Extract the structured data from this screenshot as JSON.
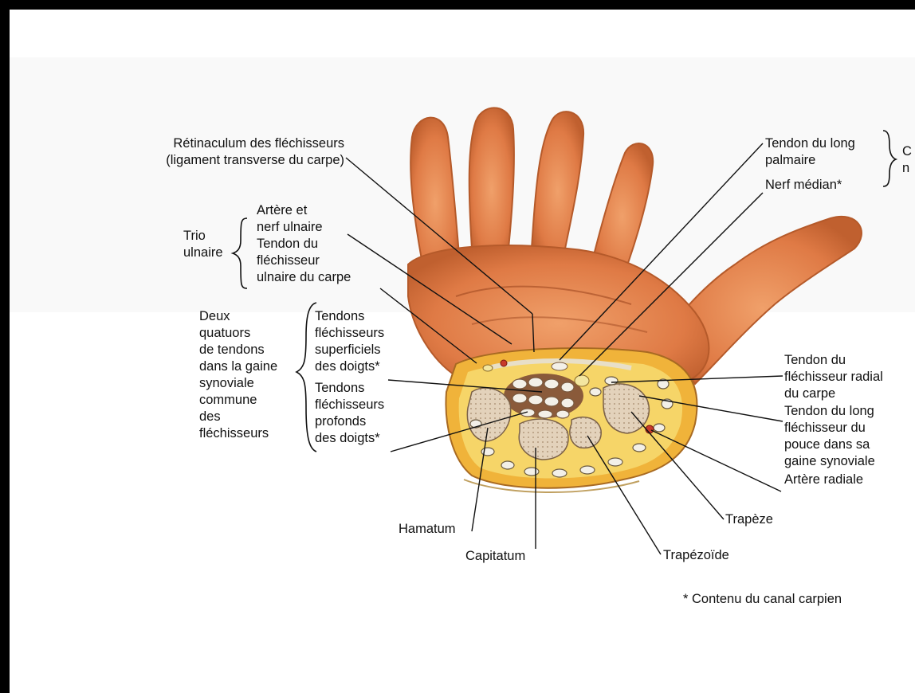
{
  "labels": {
    "retinaculum": [
      "Rétinaculum des fléchisseurs",
      "(ligament transverse du carpe)"
    ],
    "trio_title": [
      "Trio",
      "ulnaire"
    ],
    "artere_nerf_ulnaire": [
      "Artère et",
      "nerf ulnaire"
    ],
    "tendon_flechisseur_ulnaire": [
      "Tendon du",
      "fléchisseur",
      "ulnaire du carpe"
    ],
    "deux_quatuors": [
      "Deux",
      "quatuors",
      "de tendons",
      "dans la gaine",
      "synoviale",
      "commune",
      "des",
      "fléchisseurs"
    ],
    "tendons_superficiels": [
      "Tendons",
      "fléchisseurs",
      "superficiels",
      "des doigts*"
    ],
    "tendons_profonds": [
      "Tendons",
      "fléchisseurs",
      "profonds",
      "des doigts*"
    ],
    "tendon_long_palmaire": [
      "Tendon du long",
      "palmaire"
    ],
    "nerf_median": "Nerf médian*",
    "truncated_right": [
      "C",
      "n"
    ],
    "tendon_flechisseur_radial": [
      "Tendon du",
      "fléchisseur radial",
      "du carpe"
    ],
    "tendon_long_flechisseur_pouce": [
      "Tendon du long",
      "fléchisseur du",
      "pouce dans sa",
      "gaine synoviale"
    ],
    "artere_radiale": "Artère radiale",
    "hamatum": "Hamatum",
    "capitatum": "Capitatum",
    "trapeze": "Trapèze",
    "trapezoide": "Trapézoïde",
    "footnote": "* Contenu du canal carpien"
  },
  "colors": {
    "skin": "#e07a45",
    "skin_dark": "#b85a2e",
    "fat": "#f2c54a",
    "bone": "#e6d5bf",
    "tendon": "#f3f0e8",
    "frame": "#000000"
  }
}
